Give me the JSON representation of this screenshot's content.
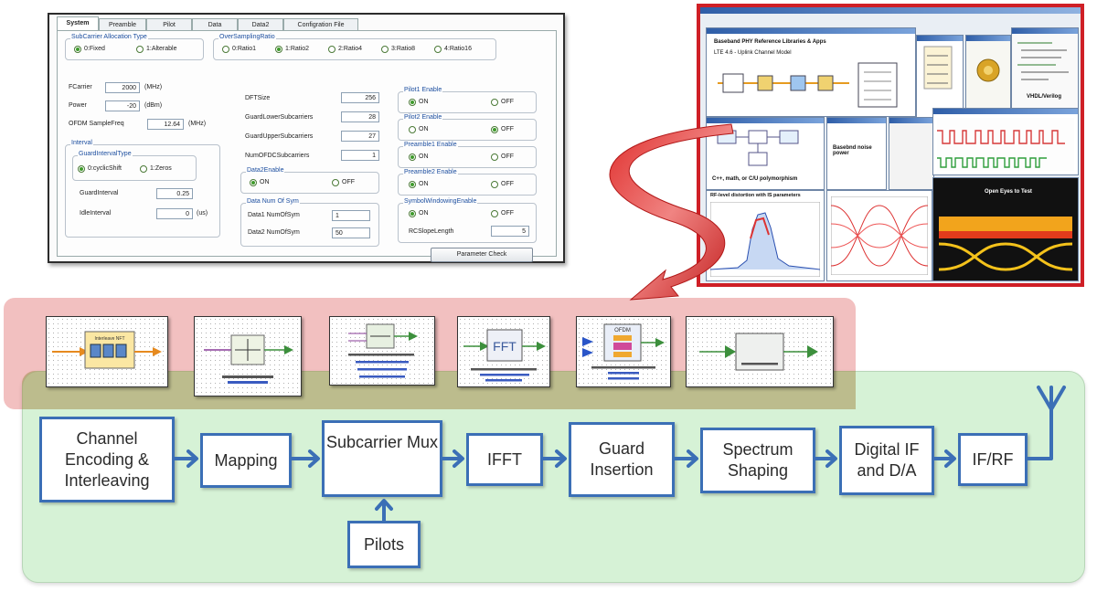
{
  "param_window": {
    "tabs": [
      "System",
      "Preamble",
      "Pilot",
      "Data",
      "Data2",
      "Configration File"
    ],
    "subcarrier_group": {
      "title": "SubCarrier Allocation Type",
      "options": [
        "0:Fixed",
        "1:Alterable"
      ]
    },
    "oversampling_group": {
      "title": "OverSamplingRatio",
      "options": [
        "0:Ratio1",
        "1:Ratio2",
        "2:Ratio4",
        "3:Ratio8",
        "4:Ratio16"
      ]
    },
    "fcarrier": {
      "label": "FCarrier",
      "value": "2000",
      "unit": "(MHz)"
    },
    "power": {
      "label": "Power",
      "value": "-20",
      "unit": "(dBm)"
    },
    "samplefreq": {
      "label": "OFDM SampleFreq",
      "value": "12.64",
      "unit": "(MHz)"
    },
    "interval_group": {
      "title": "Interval",
      "subtitle": "GuardIntervalType",
      "options": [
        "0:cyclicShift",
        "1:Zeros"
      ],
      "guard_label": "GuardInterval",
      "guard_value": "0.25",
      "idle_label": "IdleInterval",
      "idle_value": "0",
      "idle_unit": "(us)"
    },
    "dft": {
      "label": "DFTSize",
      "value": "256"
    },
    "guard_lower": {
      "label": "GuardLowerSubcarriers",
      "value": "28"
    },
    "guard_upper": {
      "label": "GuardUpperSubcarriers",
      "value": "27"
    },
    "num_dc": {
      "label": "NumOFDCSubcarriers",
      "value": "1"
    },
    "data2_enable": {
      "title": "Data2Enable",
      "on": "ON",
      "off": "OFF"
    },
    "data_num": {
      "title": "Data Num Of Sym",
      "d1_label": "Data1 NumOfSym",
      "d1_value": "1",
      "d2_label": "Data2 NumOfSym",
      "d2_value": "50"
    },
    "pilot1": {
      "title": "Pilot1 Enable",
      "on": "ON",
      "off": "OFF"
    },
    "pilot2": {
      "title": "Pilot2 Enable",
      "on": "ON",
      "off": "OFF"
    },
    "preamble1": {
      "title": "Preamble1 Enable",
      "on": "ON",
      "off": "OFF"
    },
    "preamble2": {
      "title": "Preamble2 Enable",
      "on": "ON",
      "off": "OFF"
    },
    "symbol_window": {
      "title": "SymbolWindowingEnable",
      "on": "ON",
      "off": "OFF",
      "rc_label": "RCSlopeLength",
      "rc_value": "5"
    },
    "param_check": "Parameter Check"
  },
  "collage": {
    "caption_main": "Baseband PHY Reference Libraries & Apps",
    "caption_sub": "LTE 4.6 - Uplink Channel Model",
    "caption_c": "C++, math, or C/U polymorphism",
    "caption_eye": "Open Eyes to Test",
    "caption_bb": "Basebnd noise power",
    "caption_hdl": "VHDL/Verilog",
    "caption_rf": "RF-level distortion with IS parameters"
  },
  "thumbnails": {
    "fft_label": "FFT",
    "ofdm_label": "OFDM",
    "interleave_label": "Interleave NFT"
  },
  "blocks": {
    "channel": "Channel Encoding & Interleaving",
    "mapping": "Mapping",
    "mux": "Subcarrier Mux",
    "ifft": "IFFT",
    "guard": "Guard Insertion",
    "spectrum": "Spectrum Shaping",
    "digital": "Digital IF and D/A",
    "ifrf": "IF/RF",
    "pilots": "Pilots"
  },
  "colors": {
    "block_border": "#3b6fb6",
    "arrow": "#3b6fb6",
    "red_panel": "#e88c8c",
    "green_panel": "#d6f2d6",
    "collage_border": "#cf1f26"
  }
}
